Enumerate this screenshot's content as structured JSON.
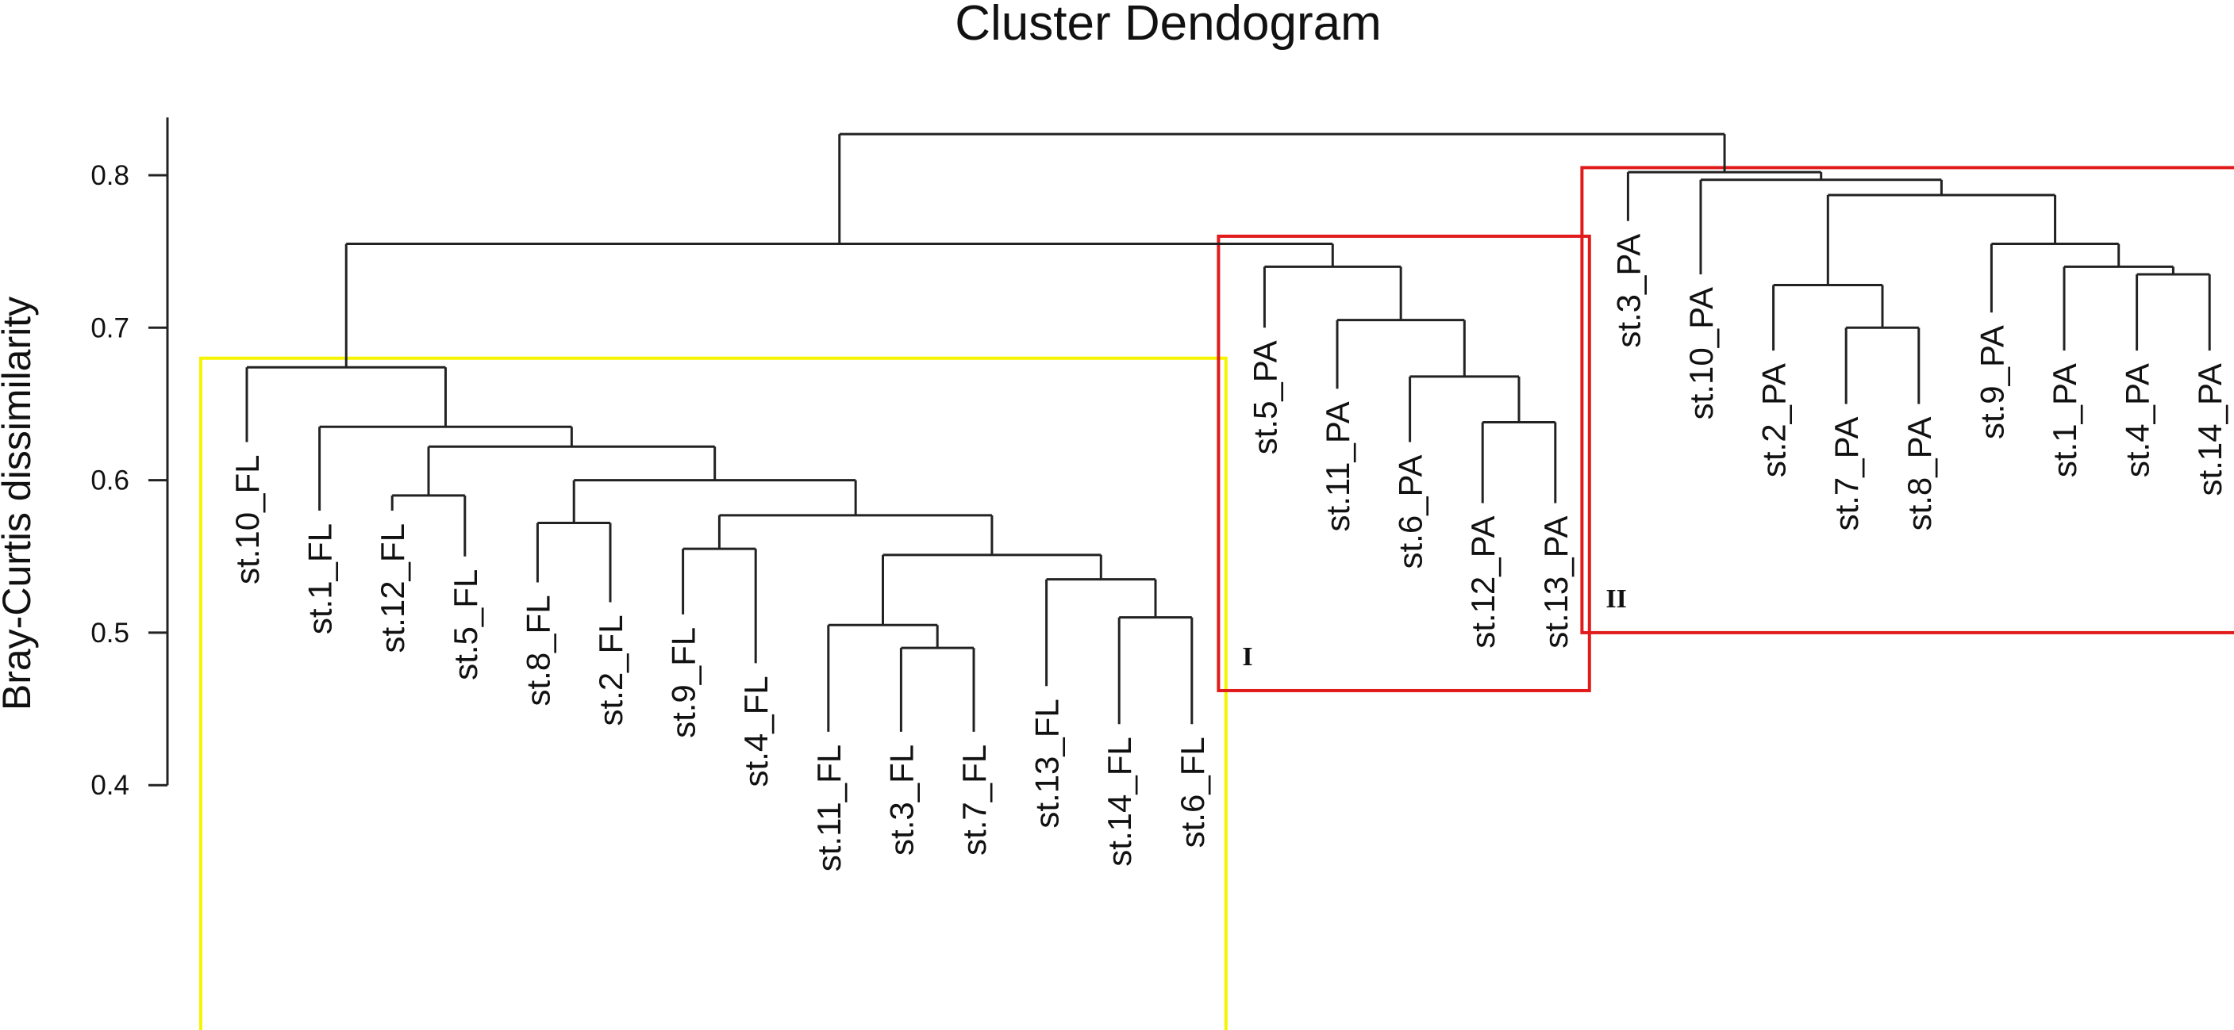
{
  "chart_data": {
    "type": "dendrogram",
    "title": "Cluster Dendogram",
    "ylabel": "Bray-Curtis dissimilarity",
    "ylim": [
      0.4,
      0.84
    ],
    "yticks": [
      0.4,
      0.5,
      0.6,
      0.7,
      0.8
    ],
    "leaves": [
      {
        "label": "st.10_FL",
        "drop": 0.625
      },
      {
        "label": "st.1_FL",
        "drop": 0.58
      },
      {
        "label": "st.12_FL",
        "drop": 0.58
      },
      {
        "label": "st.5_FL",
        "drop": 0.55
      },
      {
        "label": "st.8_FL",
        "drop": 0.533
      },
      {
        "label": "st.2_FL",
        "drop": 0.52
      },
      {
        "label": "st.9_FL",
        "drop": 0.512
      },
      {
        "label": "st.4_FL",
        "drop": 0.48
      },
      {
        "label": "st.11_FL",
        "drop": 0.435
      },
      {
        "label": "st.3_FL",
        "drop": 0.435
      },
      {
        "label": "st.7_FL",
        "drop": 0.435
      },
      {
        "label": "st.13_FL",
        "drop": 0.465
      },
      {
        "label": "st.14_FL",
        "drop": 0.44
      },
      {
        "label": "st.6_FL",
        "drop": 0.44
      },
      {
        "label": "st.5_PA",
        "drop": 0.7
      },
      {
        "label": "st.11_PA",
        "drop": 0.66
      },
      {
        "label": "st.6_PA",
        "drop": 0.625
      },
      {
        "label": "st.12_PA",
        "drop": 0.585
      },
      {
        "label": "st.13_PA",
        "drop": 0.585
      },
      {
        "label": "st.3_PA",
        "drop": 0.77
      },
      {
        "label": "st.10_PA",
        "drop": 0.735
      },
      {
        "label": "st.2_PA",
        "drop": 0.685
      },
      {
        "label": "st.7_PA",
        "drop": 0.65
      },
      {
        "label": "st.8_PA",
        "drop": 0.65
      },
      {
        "label": "st.9_PA",
        "drop": 0.71
      },
      {
        "label": "st.1_PA",
        "drop": 0.685
      },
      {
        "label": "st.4_PA",
        "drop": 0.685
      },
      {
        "label": "st.14_PA",
        "drop": 0.685
      }
    ],
    "merges": [
      {
        "left": "st.12_FL",
        "right": "st.5_FL",
        "height": 0.59
      },
      {
        "left": "st.8_FL",
        "right": "st.2_FL",
        "height": 0.572
      },
      {
        "left": "st.9_FL",
        "right": "st.4_FL",
        "height": 0.555
      },
      {
        "left": "st.3_FL",
        "right": "st.7_FL",
        "height": 0.49
      },
      {
        "left": "st.11_FL",
        "right": "st.3_FL",
        "height": 0.505
      },
      {
        "left": "st.14_FL",
        "right": "st.6_FL",
        "height": 0.51
      },
      {
        "left": "st.13_FL",
        "right": "st.14_FL",
        "height": 0.535
      },
      {
        "left": "st.11_FL",
        "right": "st.13_FL",
        "height": 0.551
      },
      {
        "left": "st.9_FL",
        "right": "st.11_FL",
        "height": 0.577
      },
      {
        "left": "st.8_FL",
        "right": "st.9_FL",
        "height": 0.6
      },
      {
        "left": "st.12_FL",
        "right": "st.8_FL",
        "height": 0.622
      },
      {
        "left": "st.1_FL",
        "right": "st.12_FL",
        "height": 0.635
      },
      {
        "left": "st.10_FL",
        "right": "st.1_FL",
        "height": 0.674
      },
      {
        "left": "st.12_PA",
        "right": "st.13_PA",
        "height": 0.638
      },
      {
        "left": "st.6_PA",
        "right": "st.12_PA",
        "height": 0.668
      },
      {
        "left": "st.11_PA",
        "right": "st.6_PA",
        "height": 0.705
      },
      {
        "left": "st.5_PA",
        "right": "st.11_PA",
        "height": 0.74
      },
      {
        "left": "st.10_FL",
        "right": "st.5_PA",
        "height": 0.755
      },
      {
        "left": "st.7_PA",
        "right": "st.8_PA",
        "height": 0.7
      },
      {
        "left": "st.2_PA",
        "right": "st.7_PA",
        "height": 0.728
      },
      {
        "left": "st.4_PA",
        "right": "st.14_PA",
        "height": 0.735
      },
      {
        "left": "st.1_PA",
        "right": "st.4_PA",
        "height": 0.74
      },
      {
        "left": "st.9_PA",
        "right": "st.1_PA",
        "height": 0.755
      },
      {
        "left": "st.2_PA",
        "right": "st.9_PA",
        "height": 0.787
      },
      {
        "left": "st.10_PA",
        "right": "st.2_PA",
        "height": 0.797
      },
      {
        "left": "st.3_PA",
        "right": "st.10_PA",
        "height": 0.802
      },
      {
        "left": "st.10_FL",
        "right": "st.3_PA",
        "height": 0.827
      }
    ],
    "boxes": [
      {
        "name": "box-fl",
        "label": "",
        "color": "#f5f500",
        "first": "st.10_FL",
        "last": "st.6_FL",
        "top": 0.68,
        "bottom": 0.235,
        "label_pos": ""
      },
      {
        "name": "box-i",
        "label": "I",
        "color": "#e11b1b",
        "first": "st.5_PA",
        "last": "st.13_PA",
        "top": 0.76,
        "bottom": 0.462,
        "label_pos": "bottom-left"
      },
      {
        "name": "box-ii",
        "label": "II",
        "color": "#e11b1b",
        "first": "st.3_PA",
        "last": "st.14_PA",
        "top": 0.805,
        "bottom": 0.5,
        "label_pos": "bottom-left"
      }
    ],
    "grid": false,
    "legend": "none"
  }
}
